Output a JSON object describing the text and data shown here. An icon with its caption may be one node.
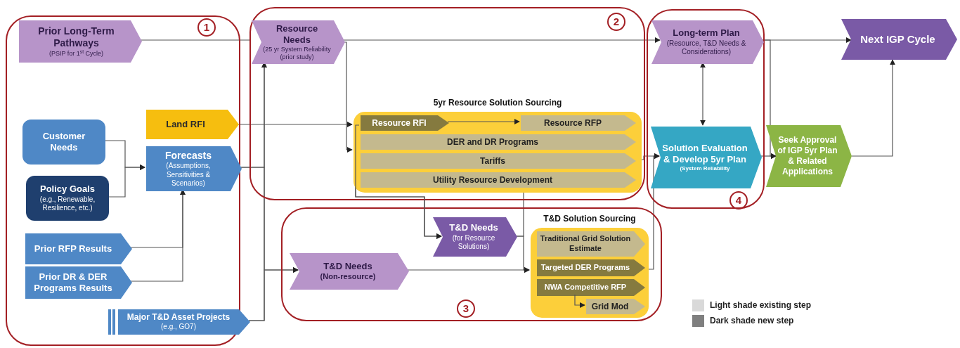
{
  "diagram": {
    "nodes": [
      {
        "text": [],
        "shape": "box"
      },
      {
        "text": [
          "1"
        ],
        "in": 0
      },
      {
        "text": [
          "Prior Long-Term Pathways",
          "(PSIP for 1$^{st}$ Cycle)"
        ],
        "in": 0
      },
      {
        "text": [
          "Customer Needs"
        ],
        "in": 0
      },
      {
        "text": [
          "Land RFI"
        ],
        "in": 0
      },
      {
        "text": [
          "Forecasts",
          "(Assumptions, Sensitivities & Scenarios)"
        ],
        "in": 0
      },
      {
        "text": [
          "Policy Goals",
          "(e.g., Renewable, Resilience, etc.)"
        ],
        "in": 0
      },
      {
        "text": [
          "Prior RFP Results"
        ],
        "in": 0
      },
      {
        "text": [
          "Prior DR & DER Programs Results"
        ],
        "in": 0
      },
      {
        "text": [
          "Major T&D Asset Projects",
          "(e.g., GO7)"
        ],
        "in": 0
      },
      {
        "text": [],
        "shape": "box"
      },
      {
        "text": [
          "2"
        ],
        "in": 10
      },
      {
        "text": [
          "Resource Needs",
          "(25 yr System Reliability (prior study)"
        ],
        "in": 10
      },
      {
        "text": [
          "5yr Resource Solution Sourcing"
        ],
        "in": 10
      },
      {
        "text": [
          "Resource RFI"
        ],
        "in": 13
      },
      {
        "text": [
          "Resource RFP"
        ],
        "in": 13
      },
      {
        "text": [
          "DER and DR Programs"
        ],
        "in": 13
      },
      {
        "text": [
          "Tariffs"
        ],
        "in": 13
      },
      {
        "text": [
          "Utility Resource Development"
        ],
        "in": 13
      },
      {
        "text": [],
        "shape": "box"
      },
      {
        "text": [
          "3"
        ],
        "in": 19
      },
      {
        "text": [
          "T&D Needs",
          "(for Resource Solutions)"
        ],
        "in": 19
      },
      {
        "text": [
          "T&D Needs",
          "(Non-resource)"
        ],
        "in": 19
      },
      {
        "text": [
          "T&D Solution Sourcing"
        ],
        "in": 19
      },
      {
        "text": [
          "Traditional Grid Solution Estimate"
        ],
        "in": 23
      },
      {
        "text": [
          "Targeted DER Programs"
        ],
        "in": 23
      },
      {
        "text": [
          "NWA Competitive RFP"
        ],
        "in": 23
      },
      {
        "text": [
          "Grid Mod"
        ],
        "in": 23
      },
      {
        "text": [],
        "shape": "box"
      },
      {
        "text": [
          "4"
        ],
        "in": 28
      },
      {
        "text": [
          "Long-term Plan",
          "(Resource, T&D Needs & Considerations)"
        ],
        "in": 28
      },
      {
        "text": [
          "Solution Evaluation & Develop 5yr Plan",
          "(System Reliability"
        ],
        "in": 28
      },
      {
        "text": [
          "Seek Approval of IGP 5yr Plan & Related Applications"
        ]
      },
      {
        "text": [
          "Next IGP Cycle"
        ]
      }
    ],
    "edges": [
      {
        "from": 2,
        "to": 12,
        "arrow": "none"
      },
      {
        "from": 12,
        "to": 30,
        "arrow": "to"
      },
      {
        "from": 12,
        "to": 13,
        "arrow": "to"
      },
      {
        "from": 4,
        "to": 13,
        "arrow": "to"
      },
      {
        "from": 3,
        "to": 5,
        "arrow": "to"
      },
      {
        "from": 6,
        "to": 5,
        "arrow": "to"
      },
      {
        "from": 7,
        "to": 5,
        "arrow": "to"
      },
      {
        "from": 8,
        "to": 5,
        "arrow": "to"
      },
      {
        "from": 5,
        "to": 12,
        "arrow": "to"
      },
      {
        "from": 5,
        "to": 22,
        "arrow": "to"
      },
      {
        "from": 9,
        "to": 12,
        "arrow": "to"
      },
      {
        "from": 9,
        "to": 22,
        "arrow": "to"
      },
      {
        "from": 14,
        "to": 15,
        "arrow": "to"
      },
      {
        "from": 14,
        "to": 21,
        "arrow": "to"
      },
      {
        "from": 21,
        "to": 23,
        "arrow": "to"
      },
      {
        "from": 22,
        "to": 23,
        "arrow": "to"
      },
      {
        "from": 21,
        "to": 18,
        "arrow": "to"
      },
      {
        "from": 26,
        "to": 27,
        "arrow": "to"
      },
      {
        "from": 23,
        "to": 31,
        "arrow": "to"
      },
      {
        "from": 13,
        "to": 31,
        "arrow": "to"
      },
      {
        "from": 30,
        "to": 31,
        "arrow": "both"
      },
      {
        "from": 30,
        "to": 33,
        "arrow": "to"
      },
      {
        "from": 30,
        "to": 32,
        "arrow": "to"
      },
      {
        "from": 31,
        "to": 32,
        "arrow": "to"
      },
      {
        "from": 32,
        "to": 33,
        "arrow": "to"
      }
    ],
    "legend": [
      {
        "text": "Light shade existing step",
        "color": "#d9d9d9"
      },
      {
        "text": "Dark shade new step",
        "color": "#7f7f7f"
      }
    ]
  }
}
